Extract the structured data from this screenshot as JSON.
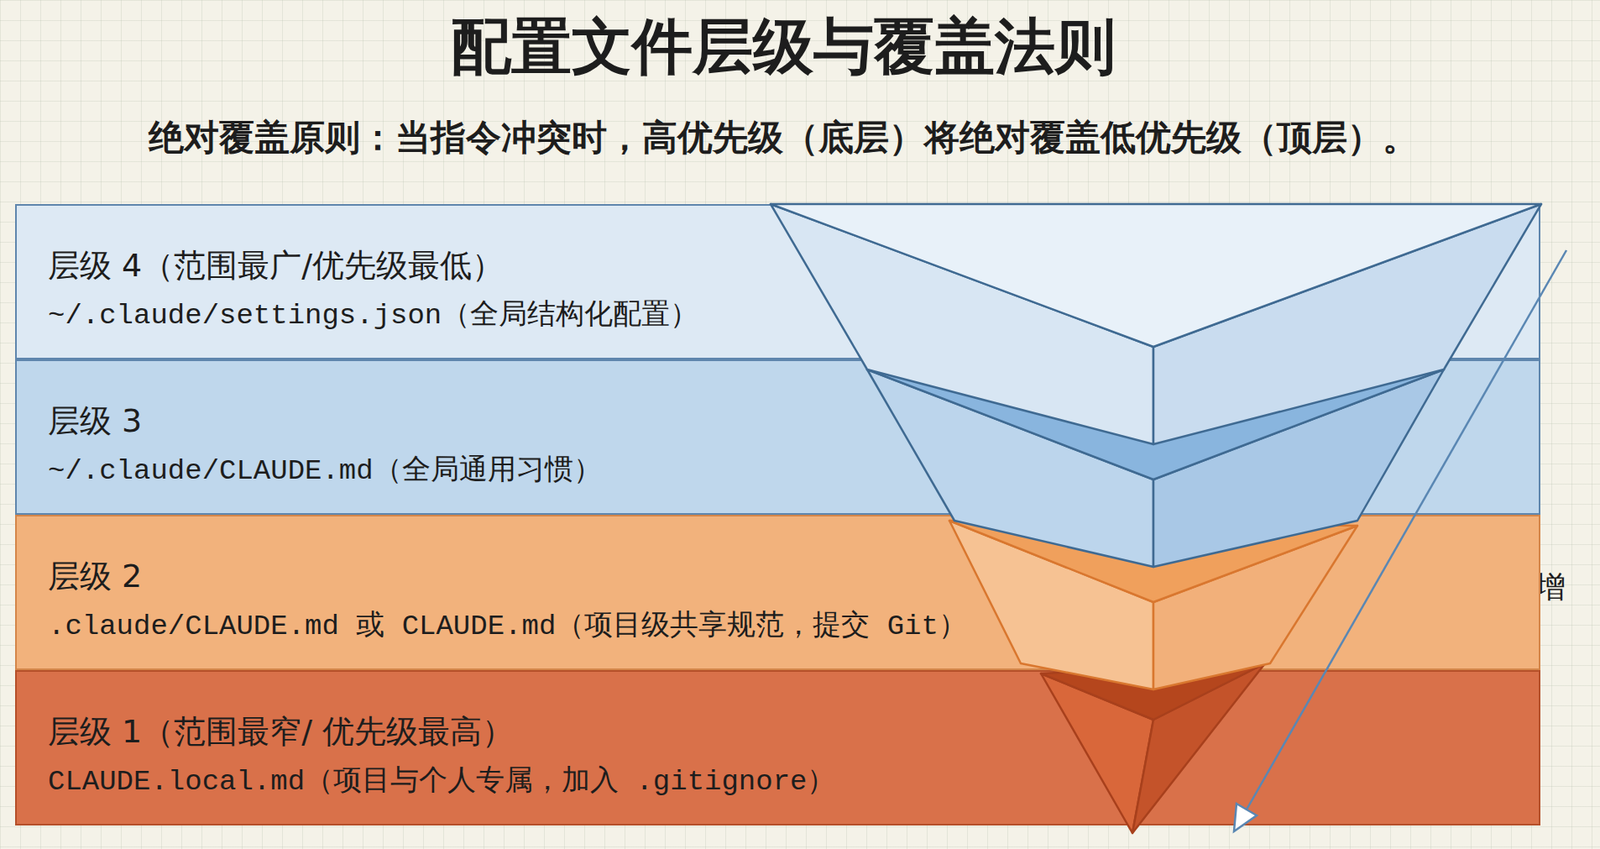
{
  "diagram": {
    "title": "配置文件层级与覆盖法则",
    "nodes": [
      {
        "text": [
          "层级 4（范围最广/优先级最低）",
          "~/.claude/settings.json（全局结构化配置）"
        ]
      },
      {
        "text": [
          "层级 3",
          "~/.claude/CLAUDE.md（全局通用习惯）"
        ]
      },
      {
        "text": [
          "层级 2",
          ".claude/CLAUDE.md 或 CLAUDE.md（项目级共享规范，提交 Git）"
        ]
      },
      {
        "text": [
          "层级 1（范围最窄/ 优先级最高）",
          "CLAUDE.local.md（项目与个人专属，加入 .gitignore）"
        ]
      }
    ],
    "labels": [
      "绝对覆盖原则：当指令冲突时，高优先级（底层）将绝对覆盖低优先级（顶层）。",
      "优先级递增"
    ]
  }
}
